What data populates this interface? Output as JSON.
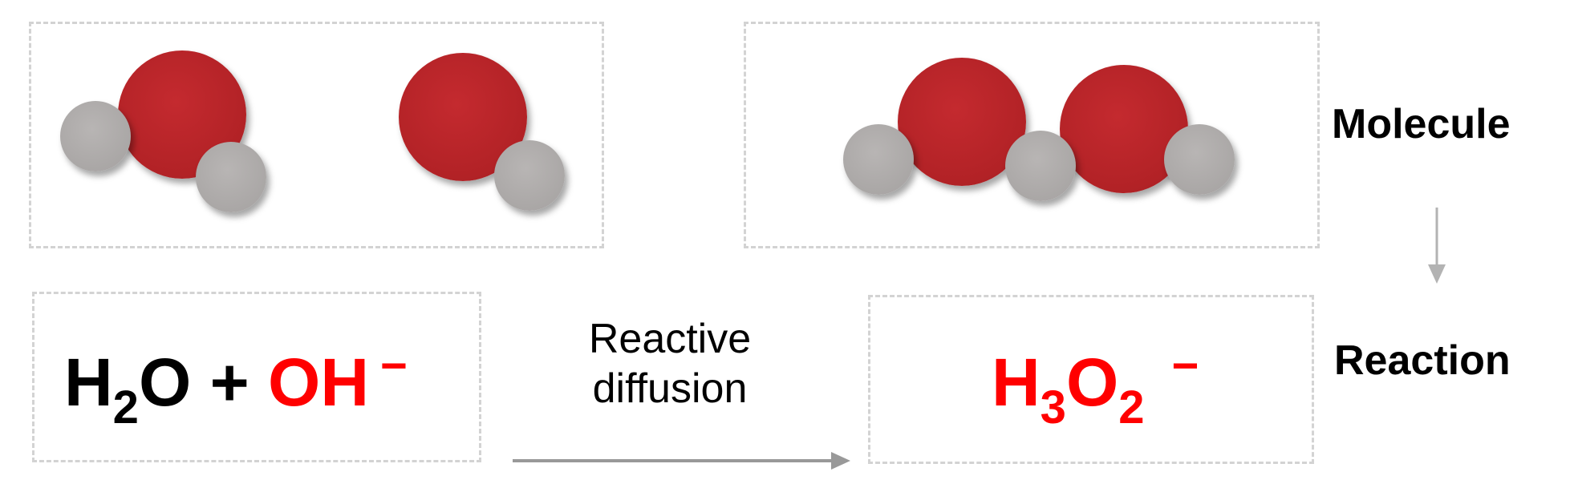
{
  "labels": {
    "molecule": "Molecule",
    "reaction": "Reaction",
    "diffusion_line1": "Reactive",
    "diffusion_line2": "diffusion"
  },
  "reactants": {
    "water": {
      "h": "H",
      "h_sub": "2",
      "o": "O"
    },
    "plus": "+",
    "hydroxide": {
      "text": "OH",
      "charge": "−"
    }
  },
  "product": {
    "h": "H",
    "h_sub": "3",
    "o": "O",
    "o_sub": "2",
    "charge": "−"
  },
  "colors": {
    "oxygen": "#b22226",
    "hydrogen": "#a9a6a5",
    "highlight": "#ff0000",
    "box_border": "#d3d3d3",
    "arrow": "#999999"
  }
}
